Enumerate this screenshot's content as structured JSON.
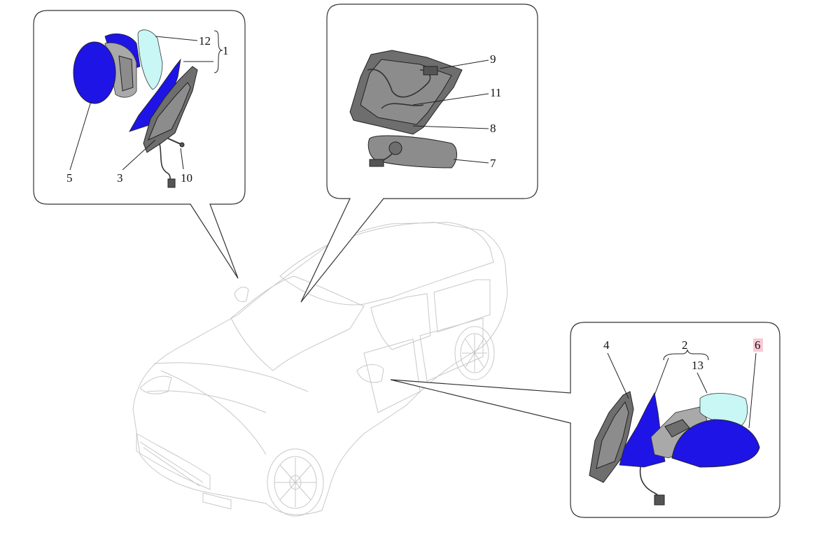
{
  "colors": {
    "mirror_cap": "#1f14e6",
    "mirror_glass": "#c8f7f5",
    "part_grey": "#7a7a7a",
    "callout_line": "#222222",
    "highlight_label": "#f7c9d6"
  },
  "callouts": {
    "left_mirror": {
      "labels": [
        {
          "id": "12",
          "text": "12"
        },
        {
          "id": "1",
          "text": "1"
        },
        {
          "id": "5",
          "text": "5"
        },
        {
          "id": "3",
          "text": "3"
        },
        {
          "id": "10",
          "text": "10"
        }
      ]
    },
    "interior_mirror": {
      "labels": [
        {
          "id": "9",
          "text": "9"
        },
        {
          "id": "11",
          "text": "11"
        },
        {
          "id": "8",
          "text": "8"
        },
        {
          "id": "7",
          "text": "7"
        }
      ]
    },
    "right_mirror": {
      "labels": [
        {
          "id": "4",
          "text": "4"
        },
        {
          "id": "2",
          "text": "2"
        },
        {
          "id": "13",
          "text": "13"
        },
        {
          "id": "6",
          "text": "6"
        }
      ]
    }
  }
}
